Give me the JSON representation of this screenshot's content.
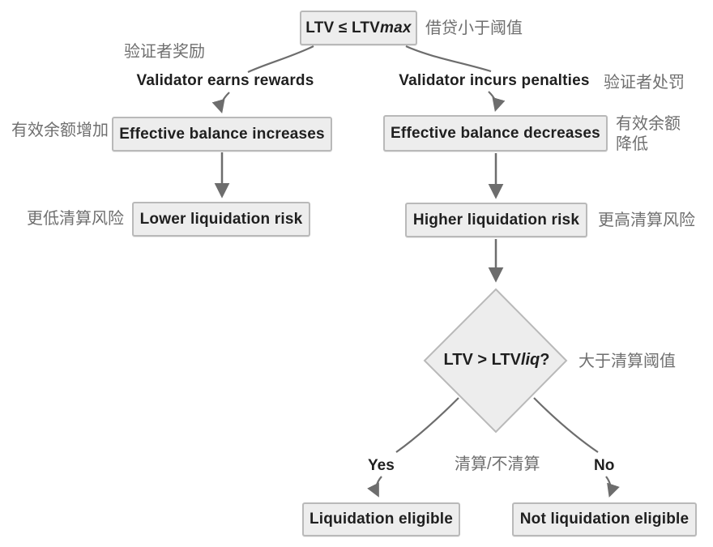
{
  "diagram": {
    "root": {
      "label_main": "LTV ≤ LTV",
      "label_var": "max",
      "annotation": "借贷小于阈值"
    },
    "left_branch": {
      "annotation": "验证者奖励",
      "branch_label": "Validator earns rewards",
      "box1_label": "Effective balance increases",
      "box1_annotation": "有效余额增加",
      "box2_label": "Lower liquidation risk",
      "box2_annotation": "更低清算风险"
    },
    "right_branch": {
      "branch_label": "Validator incurs penalties",
      "annotation": "验证者处罚",
      "box1_label": "Effective balance decreases",
      "box1_annotation_line1": "有效余额",
      "box1_annotation_line2": "降低",
      "box2_label": "Higher liquidation risk",
      "box2_annotation": "更高清算风险"
    },
    "decision": {
      "label_main": "LTV > LTV",
      "label_var": "liq",
      "label_suffix": "?",
      "annotation": "大于清算阈值"
    },
    "outcomes": {
      "yes_label": "Yes",
      "middle_annotation": "清算/不清算",
      "no_label": "No",
      "yes_box_label": "Liquidation eligible",
      "no_box_label": "Not liquidation eligible"
    },
    "colors": {
      "box_fill": "#ededed",
      "box_border": "#b9b9b9",
      "line": "#6d6d6d",
      "text": "#1f1f1f",
      "annotation": "#6f6f6f"
    }
  }
}
